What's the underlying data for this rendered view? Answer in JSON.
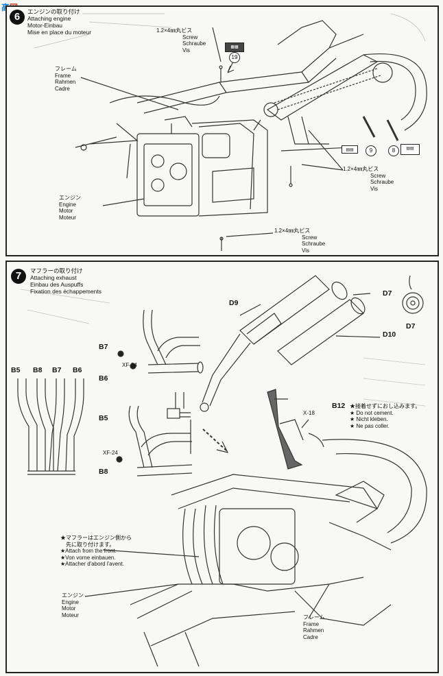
{
  "watermark": {
    "char1": "高",
    "char2": "网"
  },
  "step6": {
    "number": "6",
    "title": [
      "エンジンの取り付け",
      "Attaching engine",
      "Motor-Einbau",
      "Mise en place du moteur"
    ],
    "screw_top": [
      "1.2×4㎜丸ビス",
      "Screw",
      "Schraube",
      "Vis"
    ],
    "screw_right": [
      "1.2×4㎜丸ビス",
      "Screw",
      "Schraube",
      "Vis"
    ],
    "screw_bottom": [
      "1.2×4㎜丸ビス",
      "Screw",
      "Schraube",
      "Vis"
    ],
    "frame": [
      "フレーム",
      "Frame",
      "Rahmen",
      "Cadre"
    ],
    "engine": [
      "エンジン",
      "Engine",
      "Motor",
      "Moteur"
    ],
    "decal_19": "19",
    "decal_9": "9",
    "decal_8": "8"
  },
  "step7": {
    "number": "7",
    "title": [
      "マフラーの取り付け",
      "Attaching exhaust",
      "Einbau des Auspuffs",
      "Fixation des échappements"
    ],
    "parts": {
      "d9": "D9",
      "d7_a": "D7",
      "d7_b": "D7",
      "d10": "D10",
      "b7": "B7",
      "b6": "B6",
      "b5": "B5",
      "b8": "B8",
      "row_b5": "B5",
      "row_b8": "B8",
      "row_b7": "B7",
      "row_b6": "B6",
      "b12": "B12"
    },
    "paint_xf24_a": "XF-24",
    "paint_xf24_b": "XF-24",
    "paint_x18": "X-18",
    "no_cement": [
      "★接着せずにおし込みます。",
      "★ Do not cement.",
      "★ Nicht kleben.",
      "★ Ne pas coller."
    ],
    "attach_front": [
      "★マフラーはエンジン側から",
      "先に取り付けます。",
      "★Attach from the front.",
      "★Von vorne einbauen.",
      "★Attacher d'abord l'avent."
    ],
    "engine": [
      "エンジン",
      "Engine",
      "Motor",
      "Moteur"
    ],
    "frame": [
      "フレーム",
      "Frame",
      "Rahmen",
      "Cadre"
    ]
  }
}
